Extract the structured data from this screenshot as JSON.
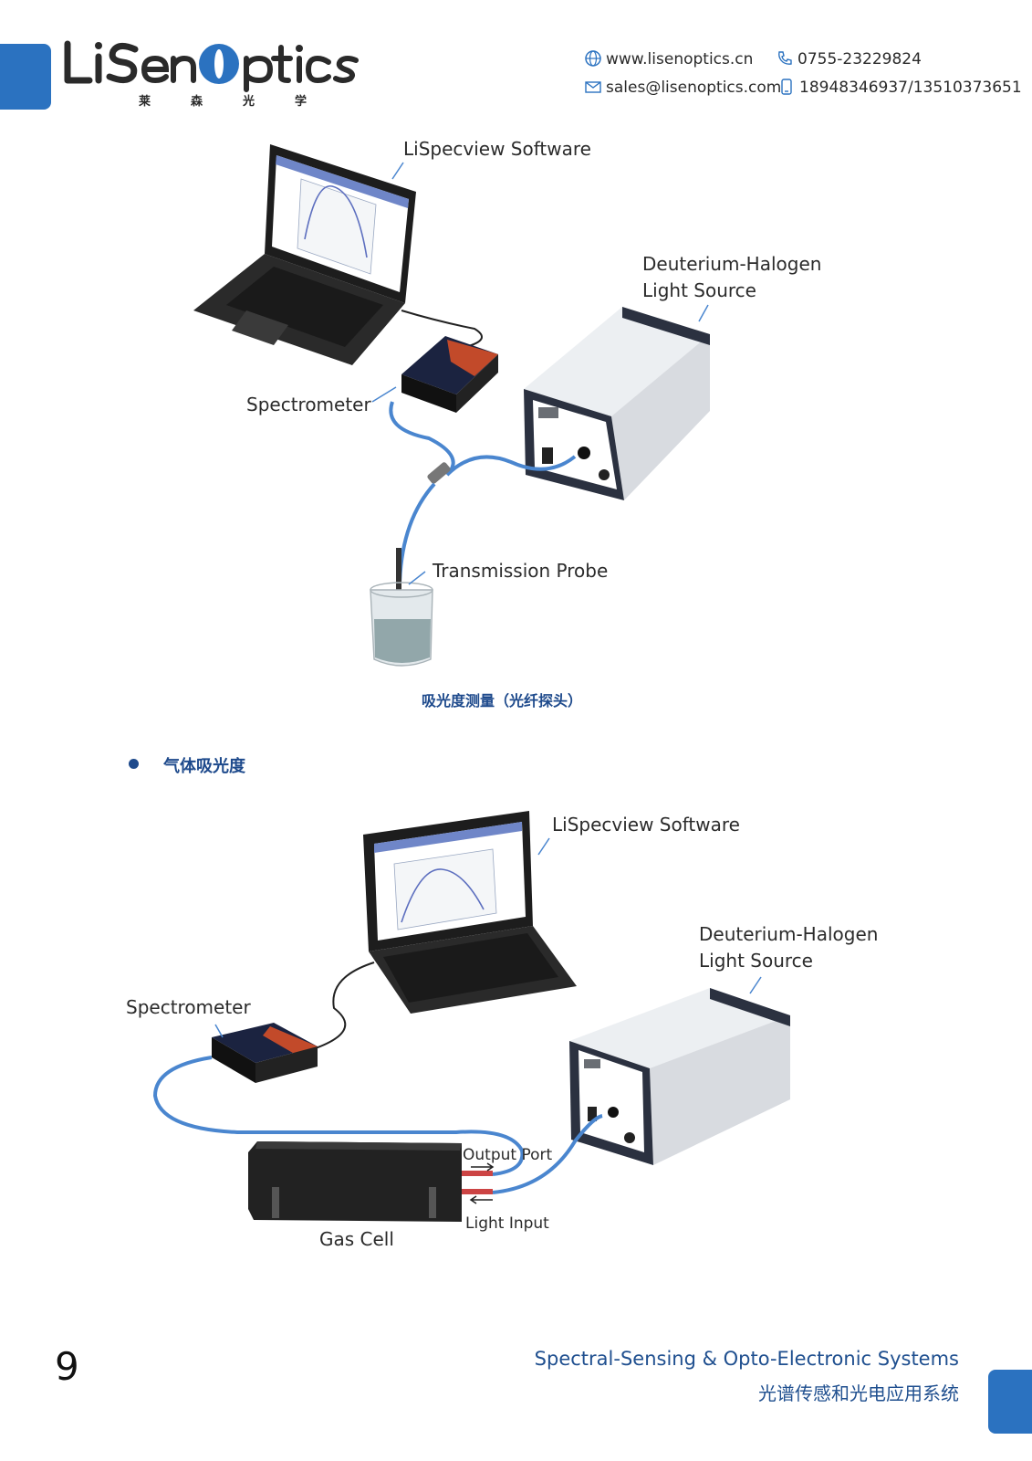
{
  "header": {
    "logo_text": "LiSen Optics",
    "logo_cn": "莱森光学",
    "website": "www.lisenoptics.cn",
    "phone": "0755-23229824",
    "email": "sales@lisenoptics.com",
    "mobile": "18948346937/13510373651"
  },
  "diagram1": {
    "software_label": "LiSpecview Software",
    "light_source_line1": "Deuterium-Halogen",
    "light_source_line2": "Light Source",
    "spectrometer_label": "Spectrometer",
    "probe_label": "Transmission Probe",
    "caption": "吸光度测量（光纤探头）"
  },
  "section": {
    "title": "气体吸光度"
  },
  "diagram2": {
    "software_label": "LiSpecview Software",
    "light_source_line1": "Deuterium-Halogen",
    "light_source_line2": "Light Source",
    "spectrometer_label": "Spectrometer",
    "output_port_label": "Output Port",
    "light_input_label": "Light Input",
    "gas_cell_label": "Gas Cell"
  },
  "footer": {
    "page_number": "9",
    "title_en": "Spectral-Sensing & Opto-Electronic Systems",
    "title_cn": "光谱传感和光电应用系统"
  },
  "colors": {
    "brand_blue": "#2b72c0",
    "heading_blue": "#1e4a8c",
    "fiber_blue": "#4a86cf"
  }
}
